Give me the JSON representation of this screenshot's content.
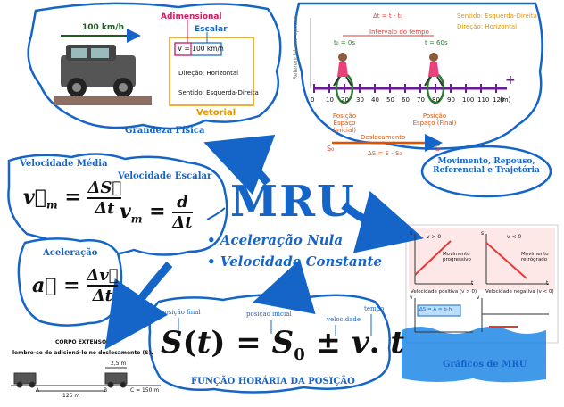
{
  "center": {
    "title": "MRU",
    "bullet1": "• Aceleração Nula",
    "bullet2": "• Velocidade Constante"
  },
  "grandeza": {
    "speed": "100 km/h",
    "adimensional": "Adimensional",
    "escalar": "Escalar",
    "v_value": "V = 100 km/h",
    "direcao": "Direção: Horizontal",
    "sentido": "Sentido: Esquerda-Direita",
    "vetorial": "Vetorial",
    "title": "Grandeza Física"
  },
  "timeline": {
    "delta_t": "Δt = t - t₀",
    "intervalo": "Intervalo do tempo",
    "sentido": "Sentido: Esquerda-Direita",
    "direcao": "Direção: Horizontal",
    "t0": "t₀ = 0s",
    "t60": "t = 60s",
    "ticks": [
      "0",
      "10",
      "20",
      "30",
      "40",
      "50",
      "60",
      "70",
      "80",
      "90",
      "100",
      "110",
      "120"
    ],
    "unit": "(m)",
    "pos_ini": "Posição Espaço (Inicial)",
    "pos_fin": "Posição Espaço (Final)",
    "s0": "S₀",
    "s": "S",
    "deslocamento": "Deslocamento",
    "delta_s": "ΔS = S - S₀",
    "vertical_note": "Referencial em repouso"
  },
  "vmedia": {
    "title": "Velocidade Média"
  },
  "vescalar": {
    "title": "Velocidade Escalar"
  },
  "aceleracao": {
    "title": "Aceleração"
  },
  "movimento": {
    "title": "Movimento, Repouso, Referencial e Trajetória"
  },
  "graficos": {
    "title": "Gráficos de MRU",
    "v_pos": "v > 0",
    "v_neg": "v < 0",
    "mov_prog": "Movimento progressivo",
    "mov_retro": "Movimento retrógrado",
    "vel_pos": "Velocidade positiva (v > 0)",
    "vel_neg": "Velocidade negativa (v < 0)",
    "ds_area": "ΔS = A = b·h",
    "axis_s": "s",
    "axis_t": "t",
    "axis_v": "v"
  },
  "funcao": {
    "title": "FUNÇÃO HORÁRIA DA POSIÇÃO",
    "pos_final": "posição final",
    "pos_inicial": "posição inicial",
    "velocidade": "velocidade",
    "tempo": "tempo"
  },
  "corpo": {
    "title": "CORPO EXTENSO",
    "note": "lembre-se de adicioná-lo no deslocamento (S).",
    "d1": "125 m",
    "d2": "2,5 m",
    "label_a": "A",
    "label_b": "B",
    "label_c": "C = 150 m"
  }
}
